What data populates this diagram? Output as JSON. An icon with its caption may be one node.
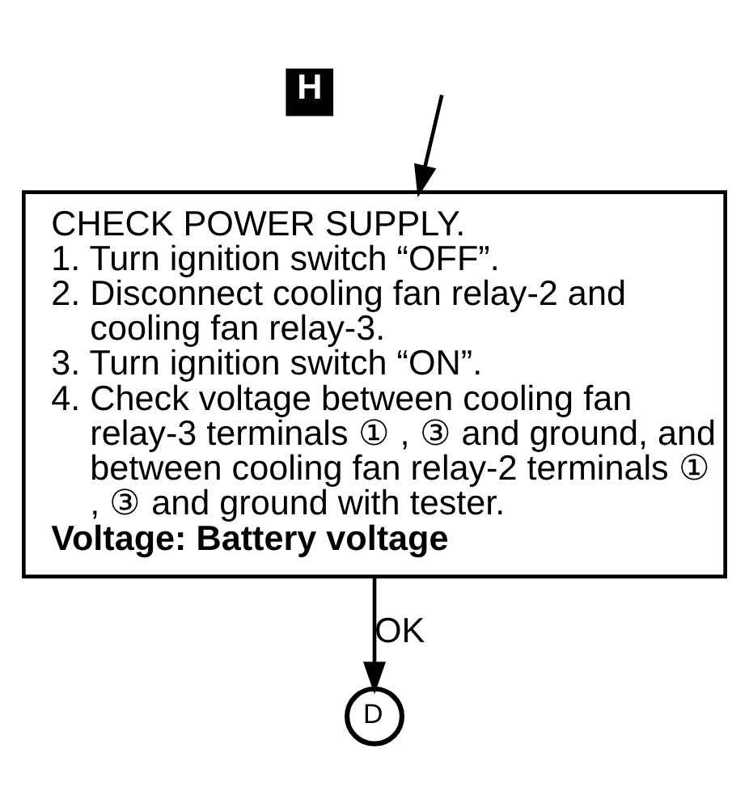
{
  "diagram": {
    "nodes": [
      {
        "text": [
          "CHECK POWER SUPPLY.",
          "1. Turn ignition switch “OFF”.",
          "2. Disconnect cooling fan relay-2 and cooling fan relay-3.",
          "3. Turn ignition switch “ON”.",
          "4. Check voltage between cooling fan relay-3 terminals ① , ③ and ground, and between cooling fan relay-2 terminals ① , ③ and ground with tester.",
          "Voltage: Battery voltage"
        ],
        "beside": [
          "H"
        ]
      },
      {
        "text": [
          "D"
        ]
      }
    ],
    "edges": [
      {
        "from": null,
        "to": 0,
        "arrow": "to"
      },
      {
        "from": 0,
        "to": 1,
        "label": "OK",
        "arrow": "to"
      }
    ]
  }
}
